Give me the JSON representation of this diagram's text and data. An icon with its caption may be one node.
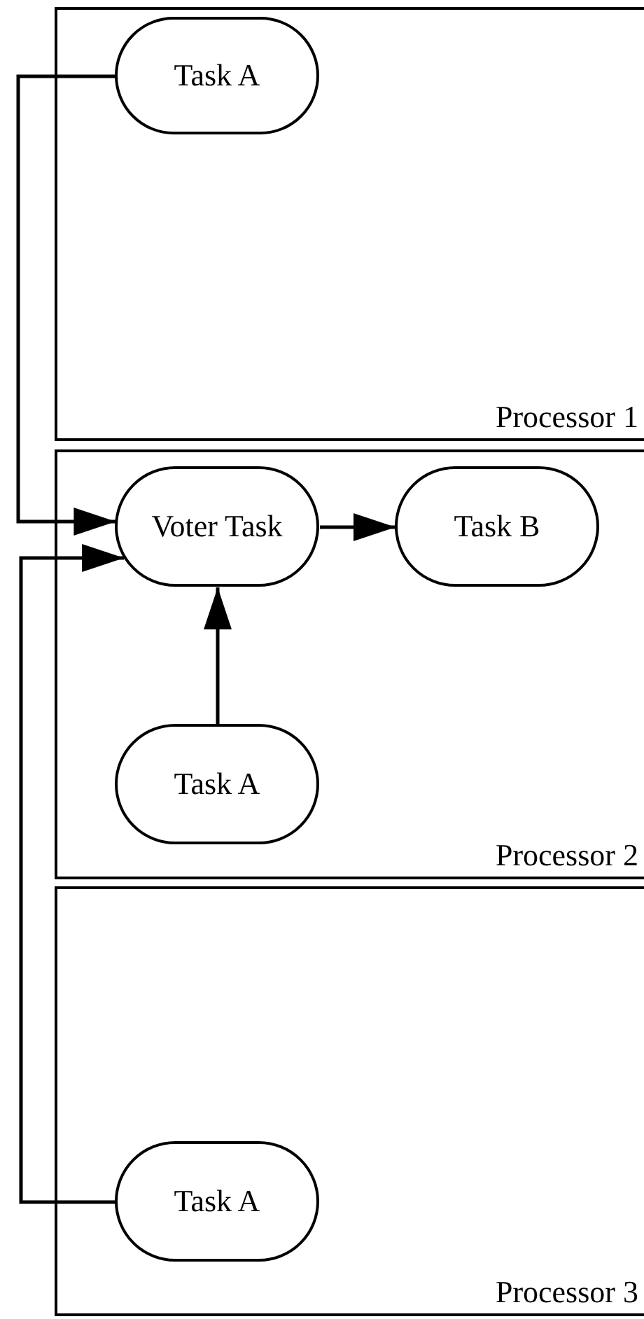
{
  "diagram": {
    "nodes": [
      {
        "text": [
          "Processor 1"
        ]
      },
      {
        "text": [
          "Task A"
        ],
        "in": 0
      },
      {
        "text": [
          "Processor 2"
        ]
      },
      {
        "text": [
          "Voter Task"
        ],
        "in": 2
      },
      {
        "text": [
          "Task B"
        ],
        "in": 2
      },
      {
        "text": [
          "Task A"
        ],
        "in": 2
      },
      {
        "text": [
          "Processor 3"
        ]
      },
      {
        "text": [
          "Task A"
        ],
        "in": 6
      }
    ],
    "edges": [
      {
        "from": 1,
        "to": 3,
        "arrow": "to"
      },
      {
        "from": 7,
        "to": 3,
        "arrow": "to"
      },
      {
        "from": 5,
        "to": 3,
        "arrow": "to"
      },
      {
        "from": 3,
        "to": 4,
        "arrow": "to"
      }
    ]
  }
}
